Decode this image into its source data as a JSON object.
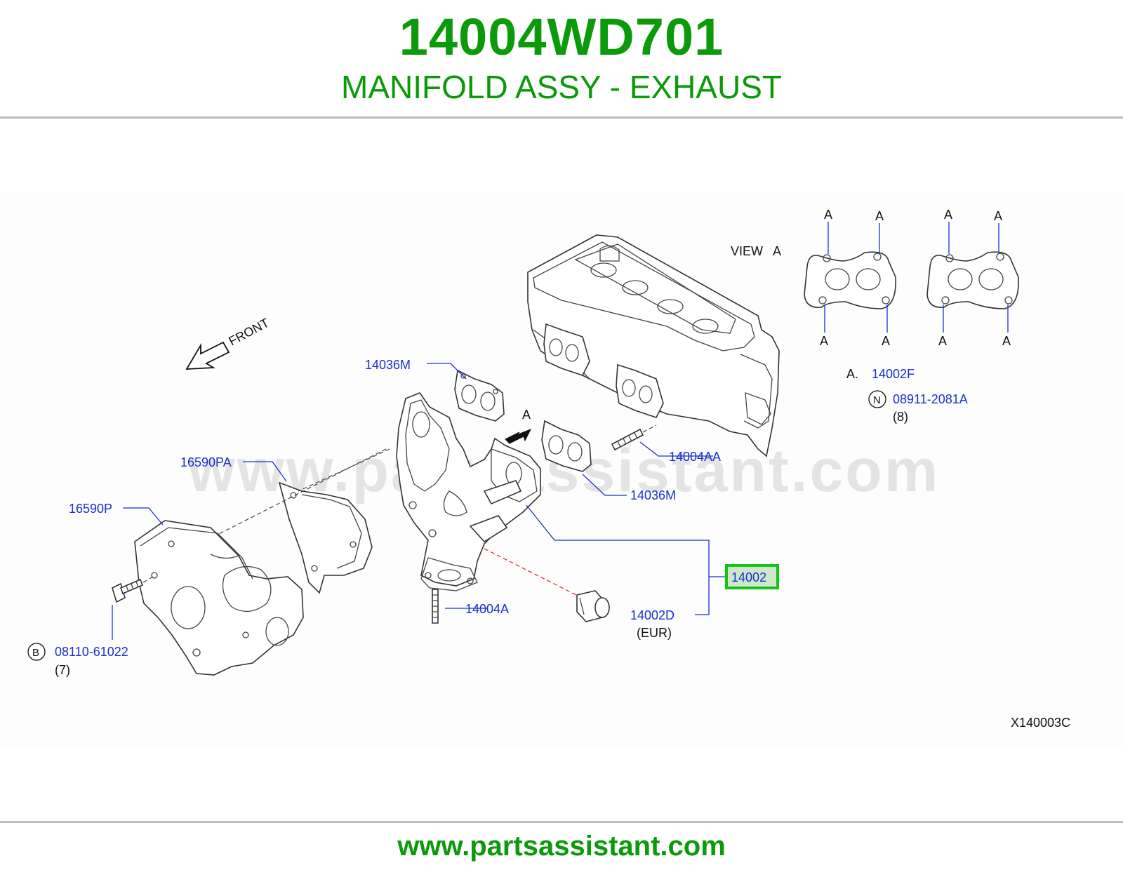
{
  "header": {
    "part_number": "14004WD701",
    "title": "MANIFOLD ASSY - EXHAUST"
  },
  "diagram": {
    "watermark": "www.partsassistant.com",
    "front_label": "FRONT",
    "view_label": "VIEW   A",
    "view_pointer": "A",
    "gasket_corner_label": "A",
    "callouts": {
      "gasket_upper": "14036M",
      "gasket_lower": "14036M",
      "stud_upper": "14004AA",
      "insulator_upper": "16590PA",
      "insulator_lower": "16590P",
      "stud_lower": "14004A",
      "manifold": "14002",
      "manifold_bolt": "14002D",
      "manifold_bolt_note": "(EUR)",
      "view_a_prefix": "A.",
      "view_a_part": "14002F",
      "nut_symbol": "N",
      "nut_part": "08911-2081A",
      "nut_qty": "(8)",
      "bolt_symbol": "B",
      "bolt_part": "08110-61022",
      "bolt_qty": "(7)"
    },
    "drawing_code": "X140003C",
    "highlight_color": "#16c416",
    "callout_color": "#1a2fd0"
  },
  "footer": {
    "url": "www.partsassistant.com"
  }
}
